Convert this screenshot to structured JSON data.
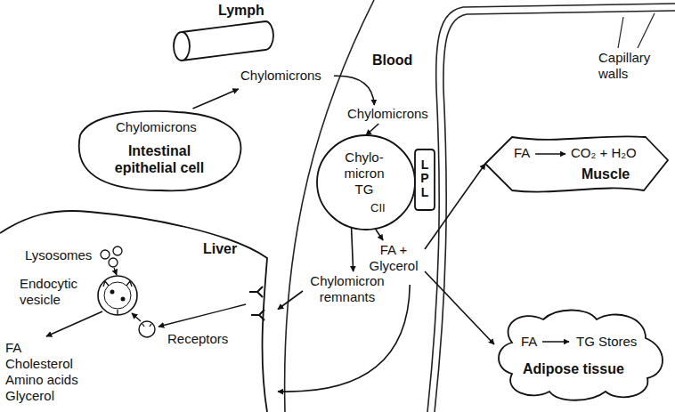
{
  "diagram": {
    "nodes": [
      {
        "text": [
          "Chylomicrons",
          "Intestinal epithelial cell"
        ]
      },
      {
        "text": [
          "Lymph",
          "Chylomicrons"
        ]
      },
      {
        "text": [
          "Chylomicrons"
        ]
      },
      {
        "text": [
          "Chylo- micron TG",
          "CII"
        ]
      },
      {
        "text": [
          "LPL"
        ]
      },
      {
        "text": [
          "FA + Glycerol"
        ]
      },
      {
        "text": [
          "Chylomicron remnants"
        ]
      },
      {
        "text": [
          "FA",
          "CO₂ + H₂O",
          "Muscle"
        ]
      },
      {
        "text": [
          "FA",
          "TG Stores",
          "Adipose tissue"
        ]
      },
      {
        "text": [
          "Lysosomes",
          "Liver",
          "Endocytic vesicle",
          "FA Cholesterol Amino acids Glycerol",
          "Receptors"
        ]
      }
    ],
    "edges": [
      {
        "from": 0,
        "to": 1,
        "arrow": "to"
      },
      {
        "from": 1,
        "to": 2,
        "arrow": "to"
      },
      {
        "from": 2,
        "to": 3,
        "arrow": "to"
      },
      {
        "from": 3,
        "to": 5,
        "arrow": "to"
      },
      {
        "from": 3,
        "to": 6,
        "arrow": "to"
      },
      {
        "from": 6,
        "to": 9,
        "arrow": "to"
      },
      {
        "from": 5,
        "to": 7,
        "arrow": "to"
      },
      {
        "from": 5,
        "to": 8,
        "arrow": "to"
      },
      {
        "from": 5,
        "to": 9,
        "arrow": "to"
      }
    ],
    "labels": [
      "Blood",
      "Capillary walls"
    ]
  }
}
